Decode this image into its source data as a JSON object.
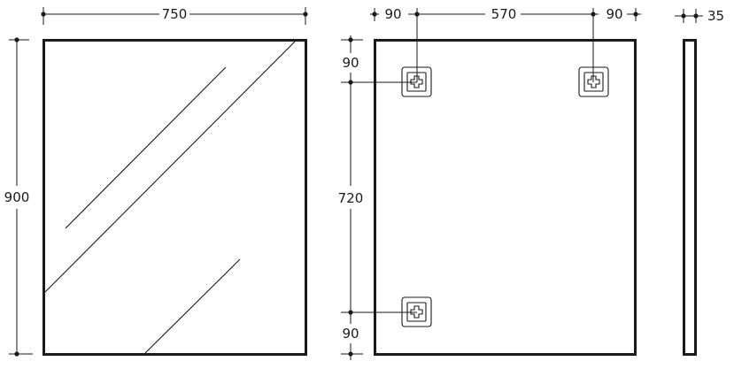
{
  "dimensions": {
    "front_width": "750",
    "front_height": "900",
    "back_left_offset": "90",
    "back_center_spacing": "570",
    "back_right_offset": "90",
    "back_top_offset": "90",
    "back_vertical_spacing": "720",
    "back_bottom_offset": "90",
    "side_depth": "35"
  },
  "colors": {
    "line": "#1a1a1a",
    "background": "#ffffff"
  },
  "icons": {
    "mount": "wall-bracket-icon"
  }
}
